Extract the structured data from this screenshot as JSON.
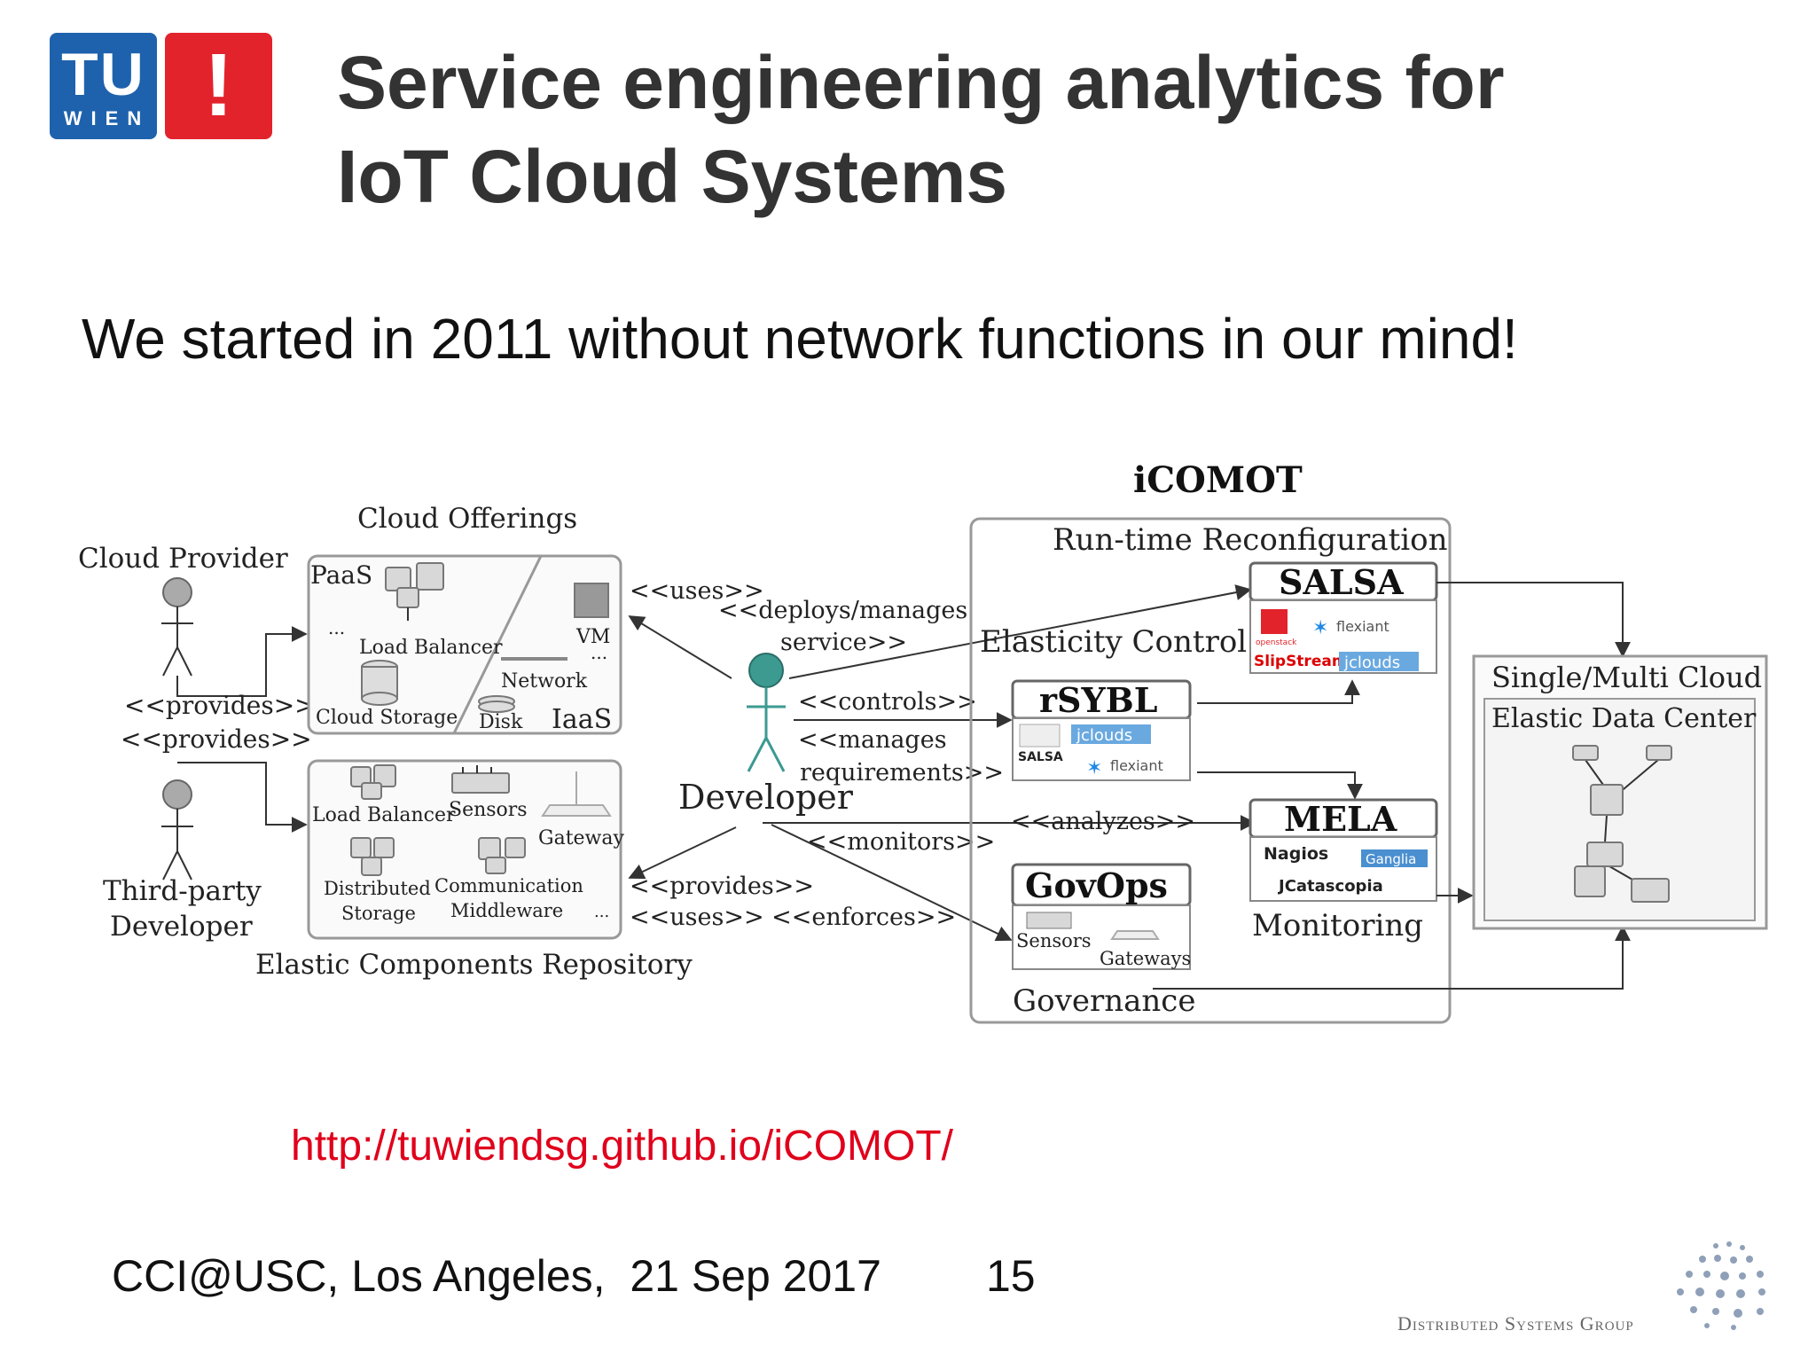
{
  "logo": {
    "tu_text": "TU",
    "wien_text": "WIEN",
    "bang_text": "!",
    "colors": {
      "tu_blue": "#1e62ad",
      "bang_red": "#e2232b"
    }
  },
  "title": {
    "line1": "Service engineering analytics for",
    "line2": "IoT Cloud Systems"
  },
  "subtitle": "We started in 2011 without network functions in our mind!",
  "diagram": {
    "cloud_provider": "Cloud Provider",
    "third_party_line1": "Third-party",
    "third_party_line2": "Developer",
    "provides1": "<<provides>>",
    "provides2": "<<provides>>",
    "cloud_offerings": "Cloud Offerings",
    "paas": "PaaS",
    "iaas": "IaaS",
    "load_balancer": "Load Balancer",
    "cloud_storage": "Cloud Storage",
    "vm": "VM",
    "network": "Network",
    "disk": "Disk",
    "ellipsis": "...",
    "ecr": {
      "load_balancer": "Load Balancer",
      "sensors": "Sensors",
      "gateway": "Gateway",
      "distributed": "Distributed",
      "storage": "Storage",
      "communication": "Communication",
      "middleware": "Middleware",
      "title": "Elastic Components Repository"
    },
    "developer": "Developer",
    "uses": "<<uses>>",
    "deploys_manages": "<<deploys/manages",
    "service": "service>>",
    "controls": "<<controls>>",
    "manages": "<<manages",
    "requirements": "requirements>>",
    "analyzes": "<<analyzes>>",
    "monitors": "<<monitors>>",
    "provides3": "<<provides>>",
    "uses_enforces": "<<uses>> <<enforces>>",
    "icomot": "iCOMOT",
    "runtime_reconfig": "Run-time Reconfiguration",
    "salsa": "SALSA",
    "elasticity_control": "Elasticity Control",
    "rsybl": "rSYBL",
    "mela": "MELA",
    "monitoring": "Monitoring",
    "govops": "GovOps",
    "governance": "Governance",
    "gov_sensors": "Sensors",
    "gov_gateways": "Gateways",
    "salsa_small": "SALSA",
    "openstack": "openstack",
    "slipstream": "SlipStream",
    "flexiant": "flexiant",
    "jclouds": "jclouds",
    "nagios": "Nagios",
    "ganglia": "Ganglia",
    "jcatascopia": "JCatascopia",
    "single_multi_cloud": "Single/Multi Cloud",
    "elastic_data_center": "Elastic Data Center"
  },
  "url": "http://tuwiendsg.github.io/iCOMOT/",
  "footer": "CCI@USC, Los Angeles,  21 Sep 2017",
  "page_number": "15",
  "dsg": "Distributed Systems Group"
}
